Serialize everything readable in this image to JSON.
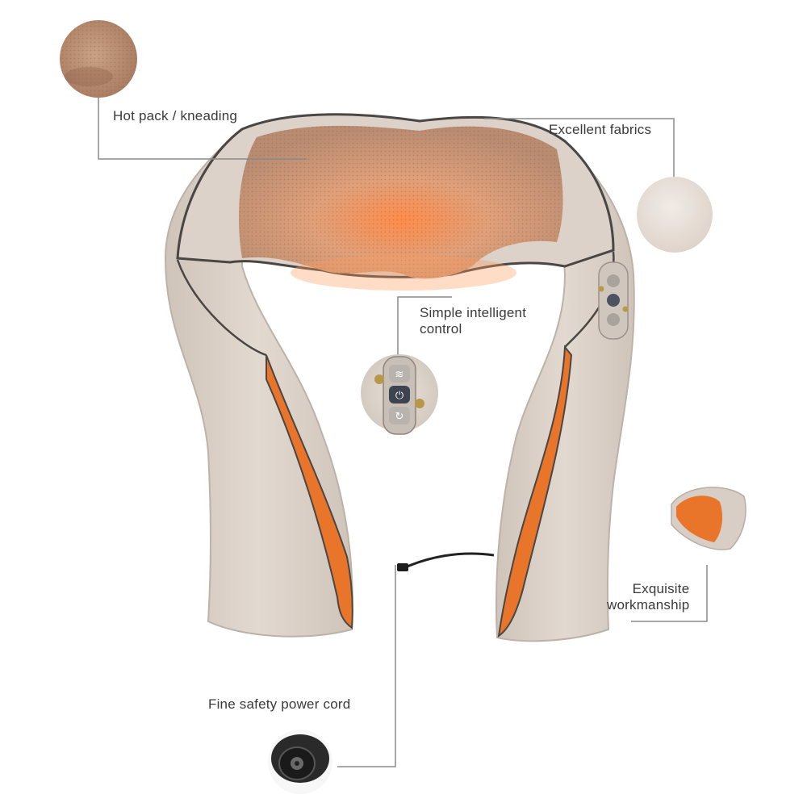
{
  "callouts": {
    "hot_pack": "Hot pack / kneading",
    "fabrics": "Excellent fabrics",
    "control": "Simple intelligent\ncontrol",
    "workmanship": "Exquisite\nworkmanship",
    "power_cord": "Fine safety power cord"
  },
  "colors": {
    "shell": "#d9cfc6",
    "mesh": "#c8977a",
    "lining": "#e8752a",
    "piping": "#4a4644",
    "leader_line": "#8a8a8a",
    "text": "#3a3a3a"
  },
  "icons": [
    "heat-icon",
    "power-icon",
    "rotate-icon"
  ]
}
